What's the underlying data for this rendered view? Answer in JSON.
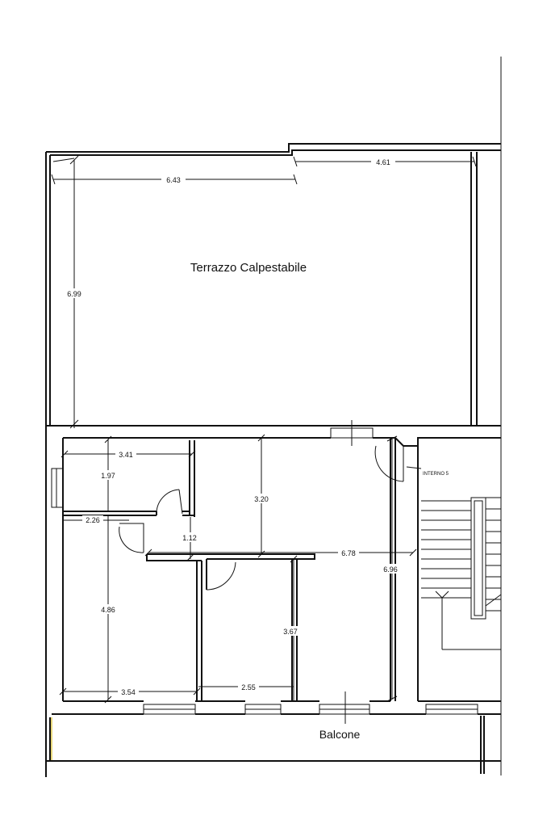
{
  "labels": {
    "terrace": "Terrazzo Calpestabile",
    "balcony": "Balcone",
    "unit": "INTERNO 5"
  },
  "dimensions": {
    "d_643": "6.43",
    "d_461": "4.61",
    "d_699": "6.99",
    "d_341": "3.41",
    "d_197": "1.97",
    "d_226": "2.26",
    "d_112": "1.12",
    "d_320": "3.20",
    "d_678": "6.78",
    "d_696": "6.96",
    "d_486": "4.86",
    "d_367": "3.67",
    "d_354": "3.54",
    "d_255": "2.55"
  }
}
